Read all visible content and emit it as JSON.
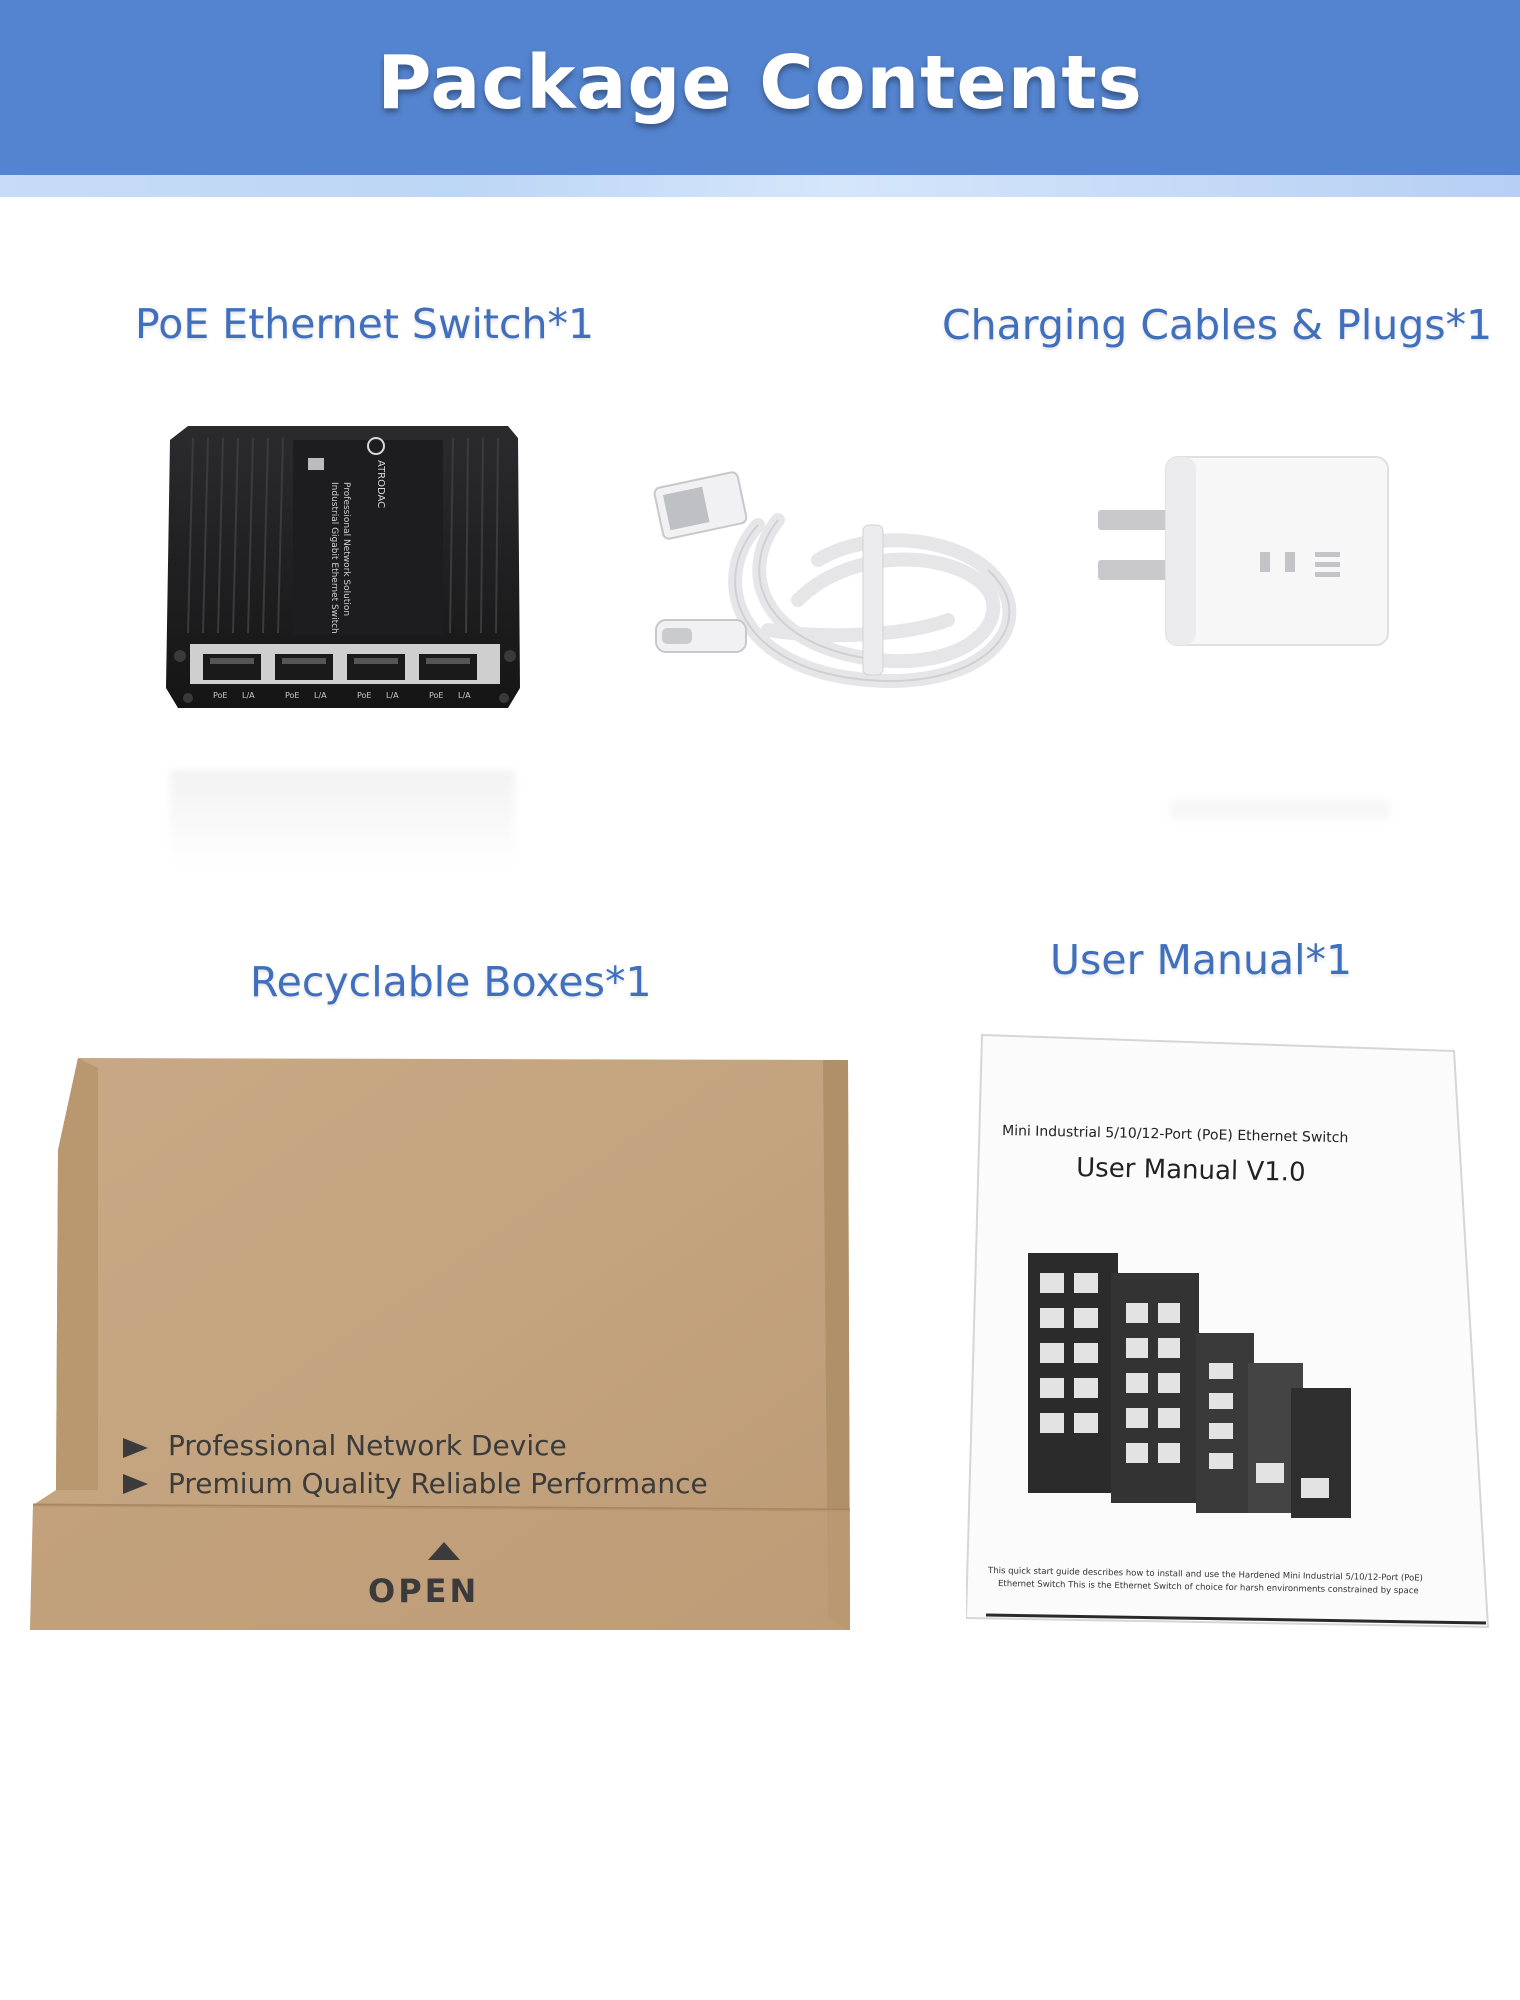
{
  "header": {
    "title": "Package Contents"
  },
  "items": [
    {
      "label": "PoE Ethernet Switch*1"
    },
    {
      "label": "Charging Cables & Plugs*1"
    },
    {
      "label": "Recyclable Boxes*1"
    },
    {
      "label": "User Manual*1"
    }
  ],
  "switch": {
    "brand": "ATRODAC",
    "line1": "Professional Network Solution",
    "line2": "Industrial Gigabit Ethernet Switch",
    "ports": [
      "PoE",
      "L/A",
      "PoE",
      "L/A",
      "PoE",
      "L/A",
      "PoE",
      "L/A"
    ]
  },
  "box": {
    "line1": "Professional Network Device",
    "line2": "Premium Quality Reliable Performance",
    "open_label": "OPEN"
  },
  "manual": {
    "subtitle": "Mini Industrial 5/10/12-Port (PoE) Ethernet Switch",
    "title": "User Manual V1.0",
    "footer1": "This quick start guide describes how to install and use the Hardened Mini Industrial 5/10/12-Port (PoE)",
    "footer2": "Ethernet Switch This is the Ethernet Switch of choice for harsh environments constrained by space"
  },
  "colors": {
    "banner": "#5484cf",
    "label": "#3f6fbd",
    "cardboard": "#c4a57e"
  }
}
